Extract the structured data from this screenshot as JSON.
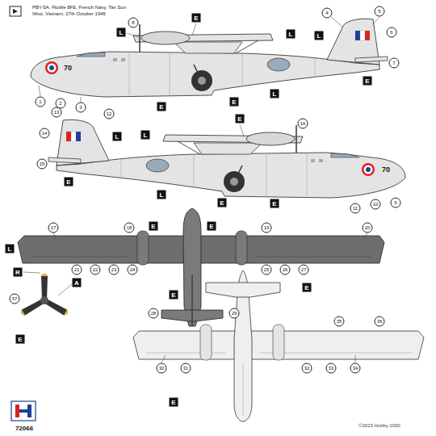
{
  "diagram": {
    "title": "PBY-5A, Flotille 8FE, French Navy, Tan Son Nhut, Vietnam, 27th October 1945",
    "labels": [
      "L",
      "E",
      "L",
      "L",
      "E",
      "L",
      "E",
      "E",
      "70",
      "1",
      "2",
      "3",
      "4",
      "5",
      "6",
      "7",
      "8",
      "E",
      "L",
      "L",
      "E",
      "L",
      "E",
      "E",
      "70",
      "9",
      "10",
      "11",
      "12",
      "13",
      "14",
      "15",
      "16",
      "L",
      "E",
      "E",
      "E",
      "17",
      "18",
      "19",
      "20",
      "21",
      "22",
      "23",
      "24",
      "25",
      "26",
      "27",
      "28",
      "29",
      "E",
      "E",
      "30",
      "31",
      "32",
      "33",
      "34",
      "35",
      "36",
      "R",
      "A",
      "E",
      "37",
      "72066",
      "©2023 Hobby 2000"
    ]
  }
}
